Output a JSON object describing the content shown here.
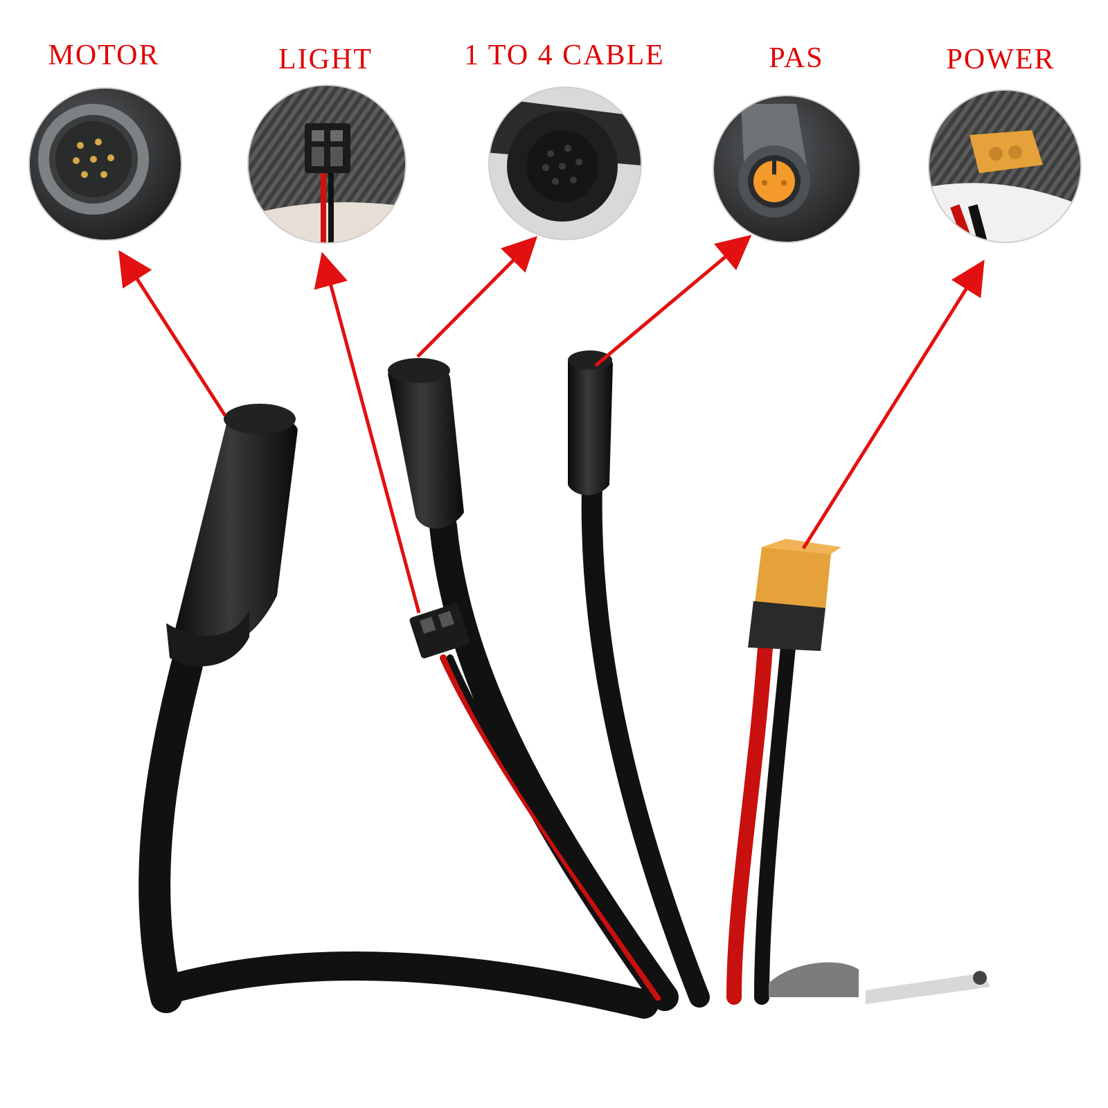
{
  "labels": {
    "motor": "MOTOR",
    "light": "LIGHT",
    "one_to_four": "1 TO 4 CABLE",
    "pas": "PAS",
    "power": "POWER"
  },
  "colors": {
    "label_red": "#e00000",
    "arrow_red": "#e21010",
    "cable_black": "#111111",
    "wire_red": "#c8100e",
    "connector_yellow": "#e6a23a",
    "pas_orange": "#f39a2a"
  }
}
